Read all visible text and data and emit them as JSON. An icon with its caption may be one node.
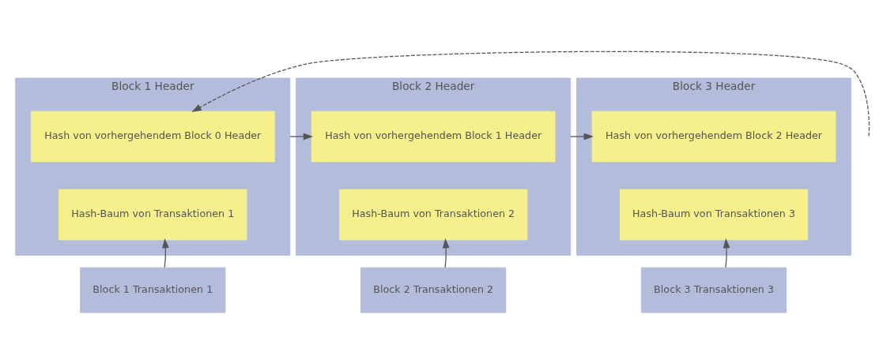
{
  "diagram": {
    "nodes": [
      {
        "text": [
          "Block 1 Header"
        ]
      },
      {
        "text": [
          "Hash von vorhergehendem Block 0 Header"
        ],
        "in": 0
      },
      {
        "text": [
          "Hash-Baum von Transaktionen 1"
        ],
        "in": 0
      },
      {
        "text": [
          "Block 1 Transaktionen 1"
        ]
      },
      {
        "text": [
          "Block 2 Header"
        ]
      },
      {
        "text": [
          "Hash von vorhergehendem Block 1 Header"
        ],
        "in": 4
      },
      {
        "text": [
          "Hash-Baum von Transaktionen 2"
        ],
        "in": 4
      },
      {
        "text": [
          "Block 2 Transaktionen 2"
        ]
      },
      {
        "text": [
          "Block 3 Header"
        ]
      },
      {
        "text": [
          "Hash von vorhergehendem Block 2 Header"
        ],
        "in": 8
      },
      {
        "text": [
          "Hash-Baum von Transaktionen 3"
        ],
        "in": 8
      },
      {
        "text": [
          "Block 3 Transaktionen 3"
        ]
      }
    ],
    "edges": [
      {
        "from": null,
        "to": 1,
        "arrow": "to",
        "style": "dashed"
      },
      {
        "from": 0,
        "to": 5,
        "arrow": "to"
      },
      {
        "from": 4,
        "to": 9,
        "arrow": "to"
      },
      {
        "from": 3,
        "to": 2,
        "arrow": "to"
      },
      {
        "from": 7,
        "to": 6,
        "arrow": "to"
      },
      {
        "from": 11,
        "to": 10,
        "arrow": "to"
      }
    ]
  }
}
